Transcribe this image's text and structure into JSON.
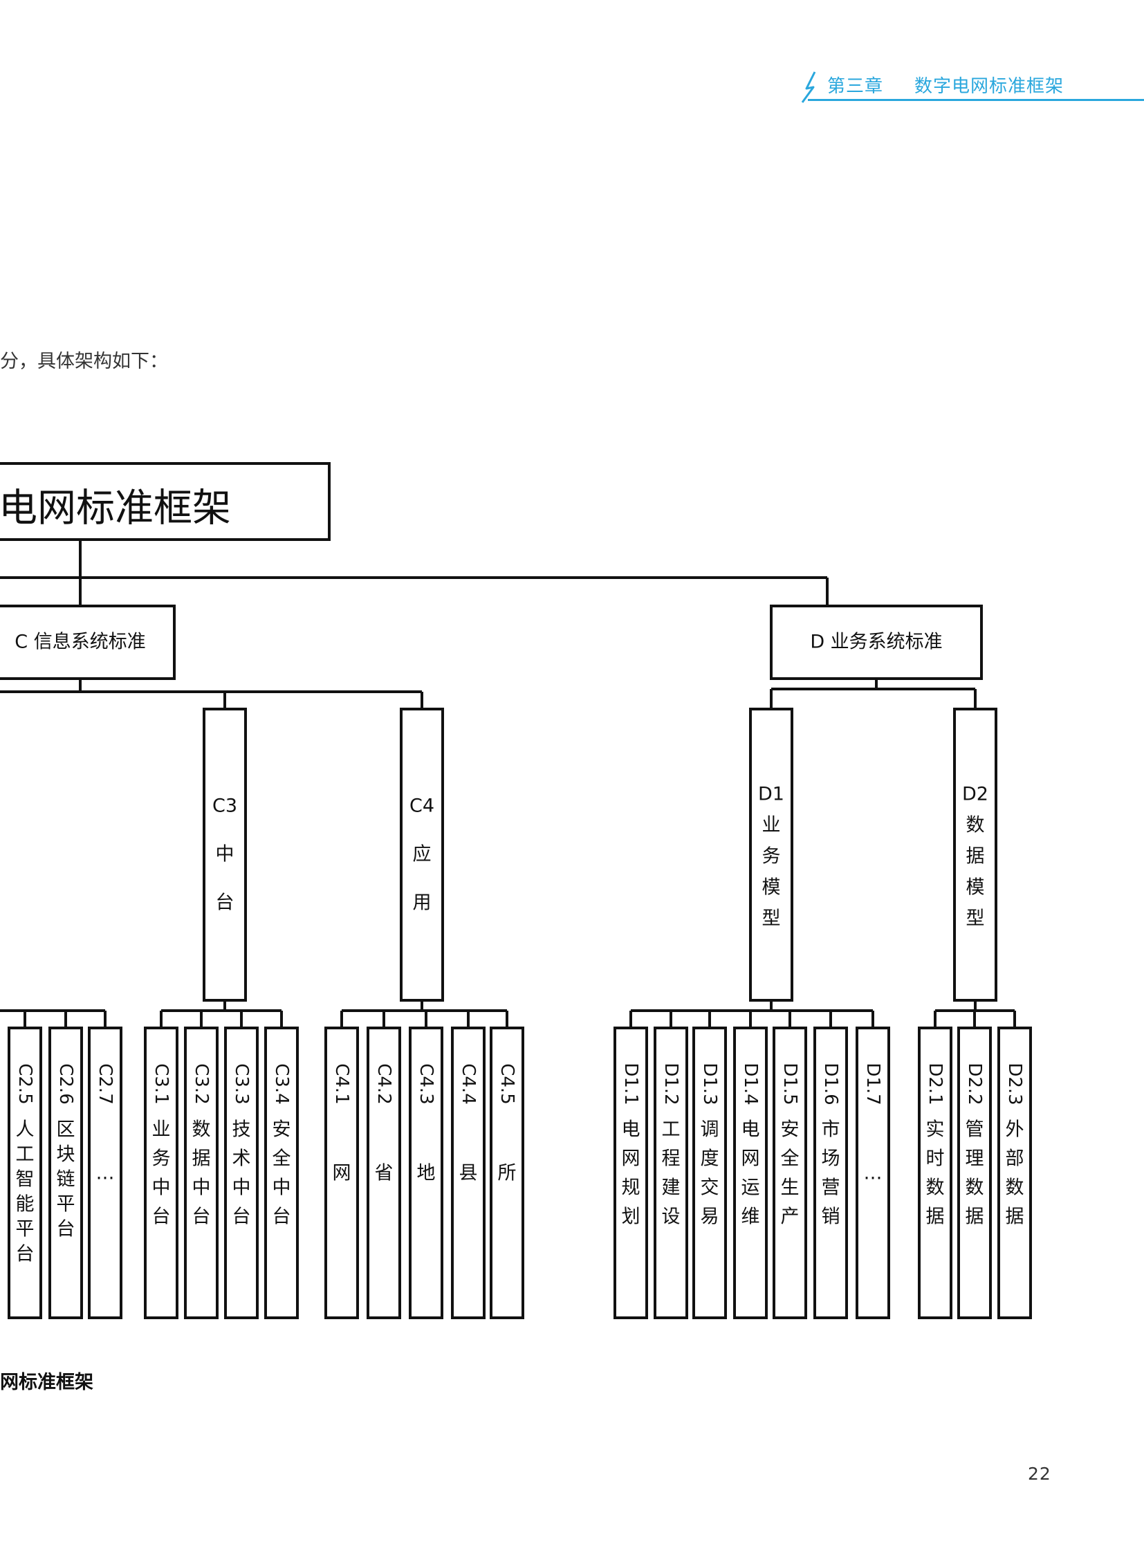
{
  "header": {
    "chapter": "第三章",
    "title": "数字电网标准框架",
    "accent_color": "#2aa7dd",
    "icon": "lightning-icon"
  },
  "intro_text": "分，具体架构如下：",
  "caption": "网标准框架",
  "page_number": "22",
  "diagram": {
    "root": "电网标准框架",
    "level1": [
      {
        "id": "C",
        "label": "C 信息系统标准"
      },
      {
        "id": "D",
        "label": "D 业务系统标准"
      }
    ],
    "level2": [
      {
        "id": "C3",
        "code": "C3",
        "chars": [
          "中",
          "台"
        ]
      },
      {
        "id": "C4",
        "code": "C4",
        "chars": [
          "应",
          "用"
        ]
      },
      {
        "id": "D1",
        "code": "D1",
        "chars": [
          "业",
          "务",
          "模",
          "型"
        ]
      },
      {
        "id": "D2",
        "code": "D2",
        "chars": [
          "数",
          "据",
          "模",
          "型"
        ]
      }
    ],
    "leaves": [
      {
        "group": "C2",
        "code": "C2.5",
        "name": "人工智能平台"
      },
      {
        "group": "C2",
        "code": "C2.6",
        "name": "区块链平台"
      },
      {
        "group": "C2",
        "code": "C2.7",
        "name": "…"
      },
      {
        "group": "C3",
        "code": "C3.1",
        "name": "业务中台"
      },
      {
        "group": "C3",
        "code": "C3.2",
        "name": "数据中台"
      },
      {
        "group": "C3",
        "code": "C3.3",
        "name": "技术中台"
      },
      {
        "group": "C3",
        "code": "C3.4",
        "name": "安全中台"
      },
      {
        "group": "C4",
        "code": "C4.1",
        "name": "网"
      },
      {
        "group": "C4",
        "code": "C4.2",
        "name": "省"
      },
      {
        "group": "C4",
        "code": "C4.3",
        "name": "地"
      },
      {
        "group": "C4",
        "code": "C4.4",
        "name": "县"
      },
      {
        "group": "C4",
        "code": "C4.5",
        "name": "所"
      },
      {
        "group": "D1",
        "code": "D1.1",
        "name": "电网规划"
      },
      {
        "group": "D1",
        "code": "D1.2",
        "name": "工程建设"
      },
      {
        "group": "D1",
        "code": "D1.3",
        "name": "调度交易"
      },
      {
        "group": "D1",
        "code": "D1.4",
        "name": "电网运维"
      },
      {
        "group": "D1",
        "code": "D1.5",
        "name": "安全生产"
      },
      {
        "group": "D1",
        "code": "D1.6",
        "name": "市场营销"
      },
      {
        "group": "D1",
        "code": "D1.7",
        "name": "…"
      },
      {
        "group": "D2",
        "code": "D2.1",
        "name": "实时数据"
      },
      {
        "group": "D2",
        "code": "D2.2",
        "name": "管理数据"
      },
      {
        "group": "D2",
        "code": "D2.3",
        "name": "外部数据"
      }
    ]
  }
}
